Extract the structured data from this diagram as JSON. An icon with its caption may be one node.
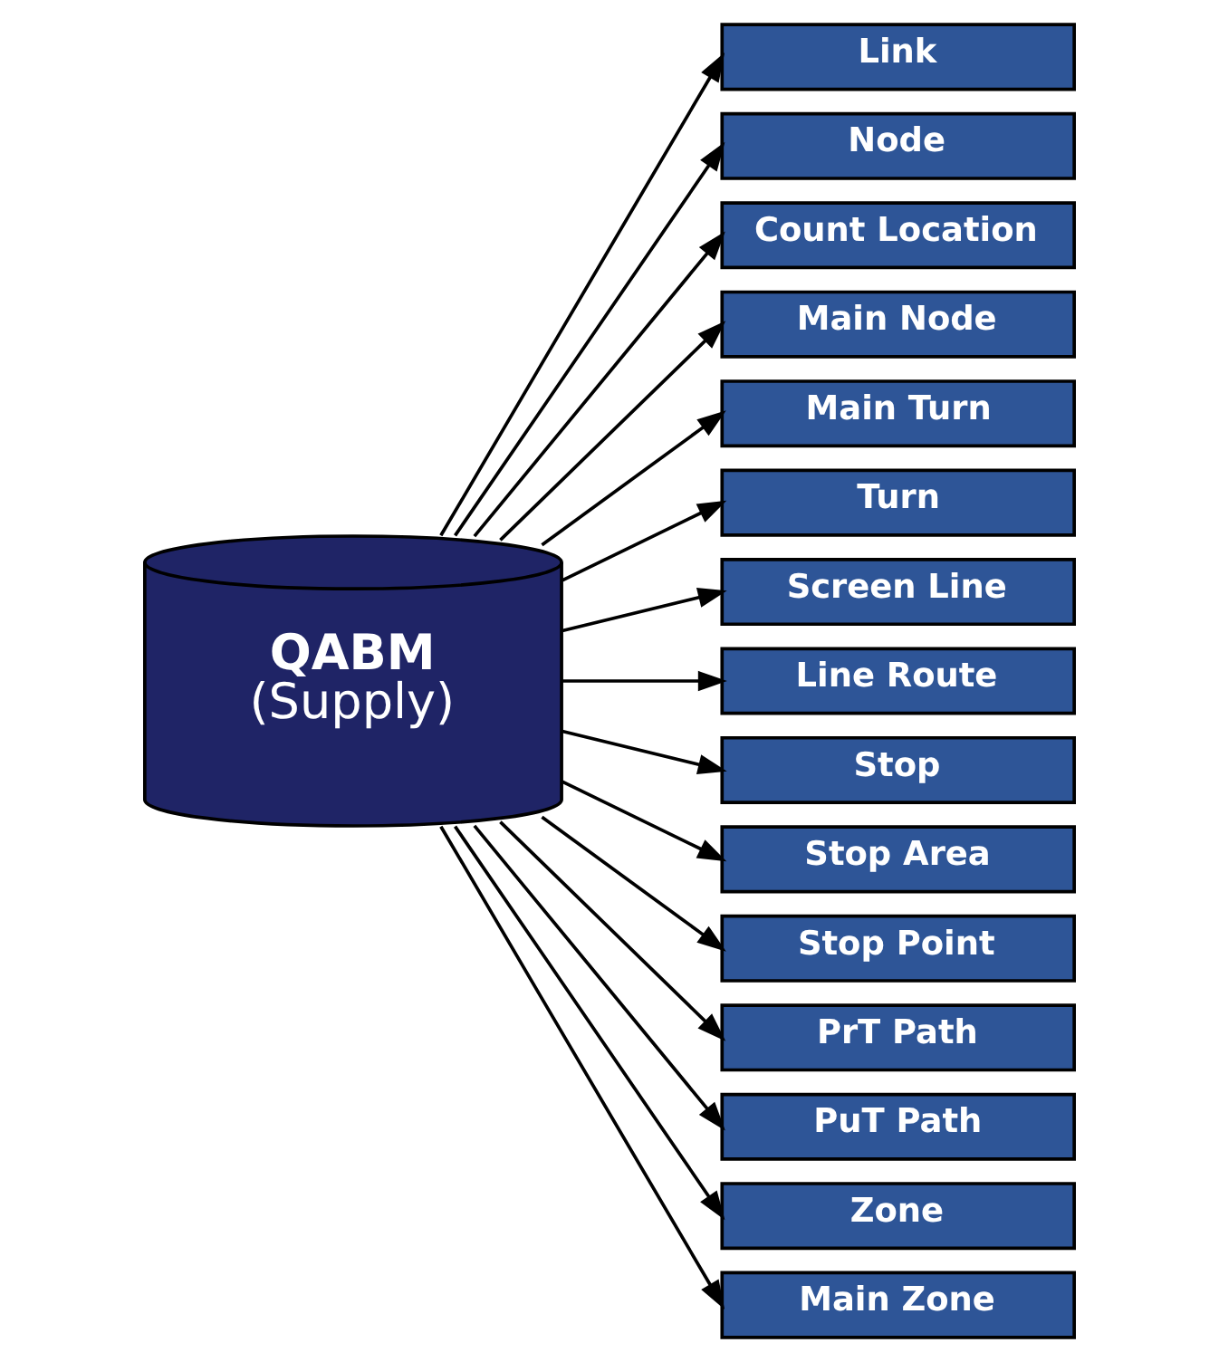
{
  "diagram": {
    "nodes": [
      {
        "text": [
          "QABM",
          "(Supply)"
        ]
      },
      {
        "text": [
          "Link"
        ]
      },
      {
        "text": [
          "Node"
        ]
      },
      {
        "text": [
          "Count Location"
        ]
      },
      {
        "text": [
          "Main Node"
        ]
      },
      {
        "text": [
          "Main Turn"
        ]
      },
      {
        "text": [
          "Turn"
        ]
      },
      {
        "text": [
          "Screen Line"
        ]
      },
      {
        "text": [
          "Line Route"
        ]
      },
      {
        "text": [
          "Stop"
        ]
      },
      {
        "text": [
          "Stop Area"
        ]
      },
      {
        "text": [
          "Stop Point"
        ]
      },
      {
        "text": [
          "PrT Path"
        ]
      },
      {
        "text": [
          "PuT Path"
        ]
      },
      {
        "text": [
          "Zone"
        ]
      },
      {
        "text": [
          "Main Zone"
        ]
      }
    ],
    "edges": [
      {
        "from": 0,
        "to": 1,
        "arrow": "to"
      },
      {
        "from": 0,
        "to": 2,
        "arrow": "to"
      },
      {
        "from": 0,
        "to": 3,
        "arrow": "to"
      },
      {
        "from": 0,
        "to": 4,
        "arrow": "to"
      },
      {
        "from": 0,
        "to": 5,
        "arrow": "to"
      },
      {
        "from": 0,
        "to": 6,
        "arrow": "to"
      },
      {
        "from": 0,
        "to": 7,
        "arrow": "to"
      },
      {
        "from": 0,
        "to": 8,
        "arrow": "to"
      },
      {
        "from": 0,
        "to": 9,
        "arrow": "to"
      },
      {
        "from": 0,
        "to": 10,
        "arrow": "to"
      },
      {
        "from": 0,
        "to": 11,
        "arrow": "to"
      },
      {
        "from": 0,
        "to": 12,
        "arrow": "to"
      },
      {
        "from": 0,
        "to": 13,
        "arrow": "to"
      },
      {
        "from": 0,
        "to": 14,
        "arrow": "to"
      },
      {
        "from": 0,
        "to": 15,
        "arrow": "to"
      }
    ]
  }
}
